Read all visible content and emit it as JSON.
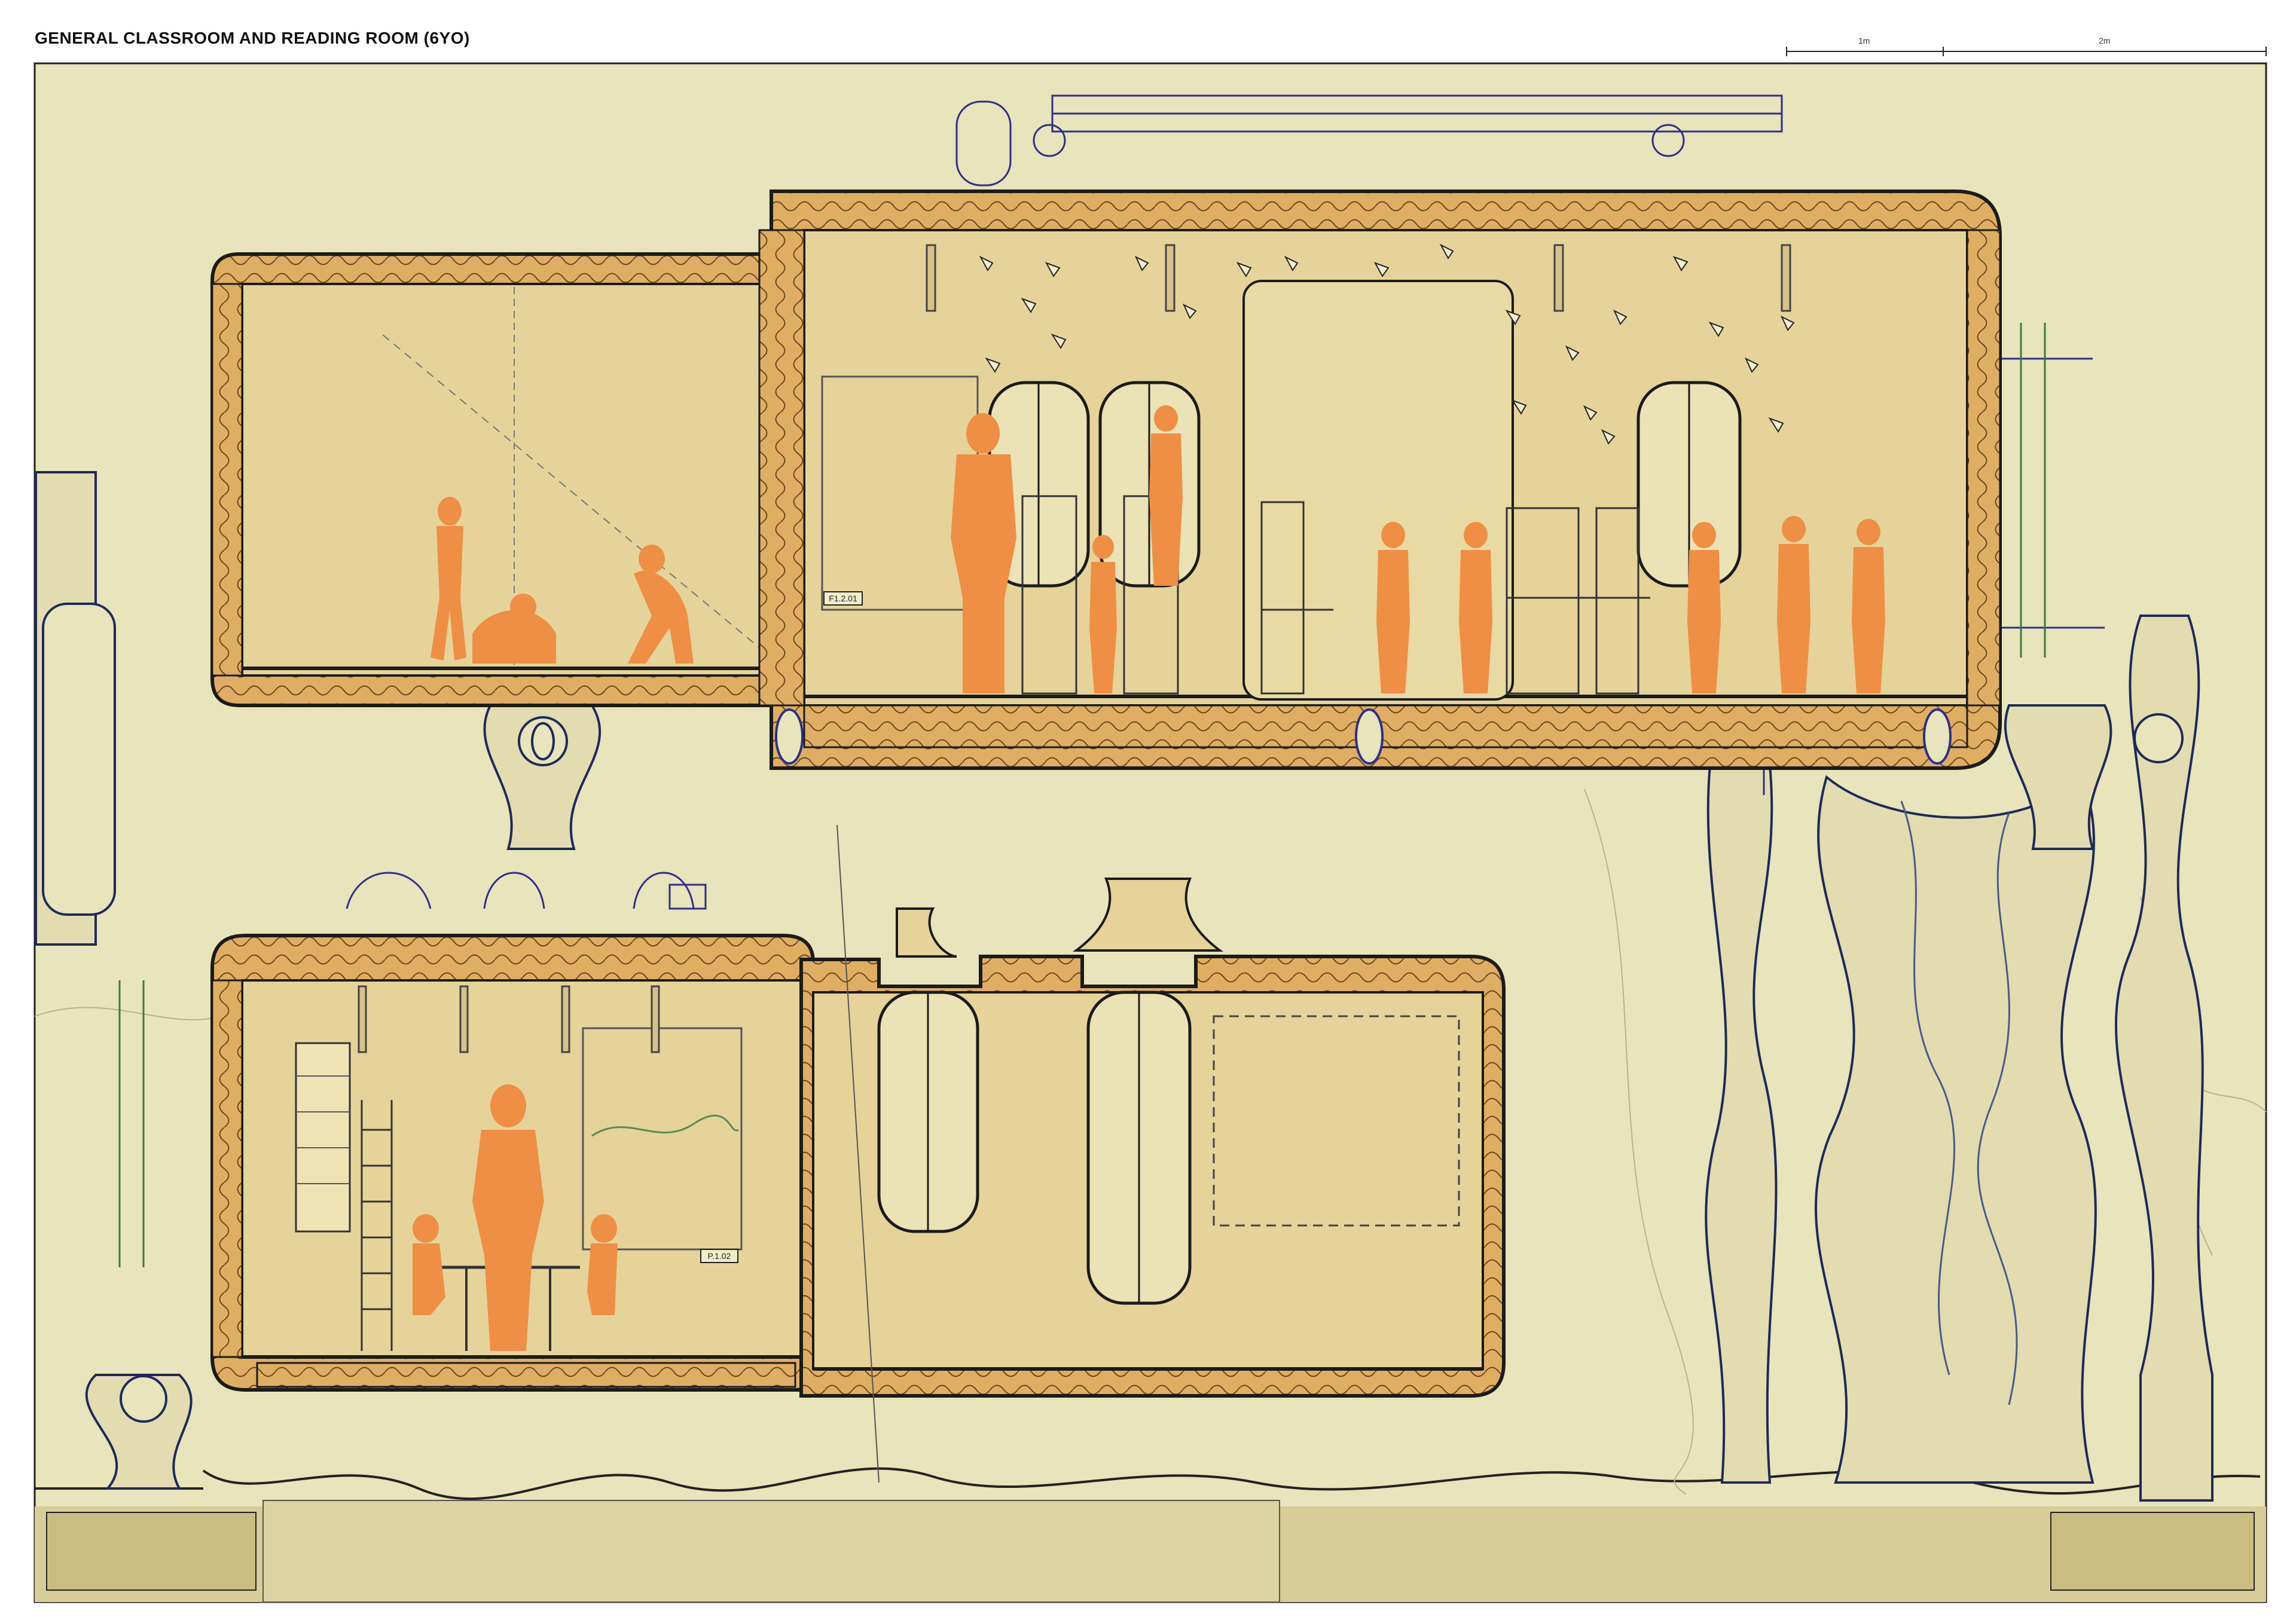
{
  "header": {
    "title": "GENERAL CLASSROOM AND READING ROOM (6YO)"
  },
  "scale_bar": {
    "label_1": "1m",
    "label_2": "2m"
  },
  "room_tags": {
    "upper": "F1.2.01",
    "lower": "P.1.02"
  },
  "colors": {
    "background": "#e8e4bb",
    "interior": "#e6d39a",
    "insulation": "#dfae62",
    "figure": "#ee8f45",
    "figure_dark": "#e8913f",
    "line": "#1b1b1b",
    "blue_line": "#2e2f8a",
    "green_line": "#3c7a3c",
    "ground": "#d8cc98"
  }
}
